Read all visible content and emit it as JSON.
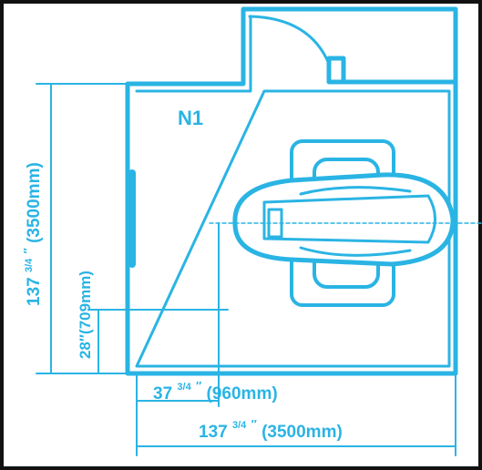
{
  "room": {
    "name": "N1"
  },
  "dimensions": {
    "depth": {
      "whole": "137",
      "fraction": "3/4",
      "inch_mark": "″",
      "metric": "(3500mm)"
    },
    "width": {
      "whole": "137",
      "fraction": "3/4",
      "inch_mark": "″",
      "metric": "(3500mm)"
    },
    "offset_x": {
      "whole": "37",
      "fraction": "3/4",
      "inch_mark": "″",
      "metric": "(960mm)"
    },
    "offset_y": {
      "text": "28″(709mm)"
    }
  },
  "colors": {
    "line": "#2ab4e4",
    "frame": "#111111",
    "background": "#ffffff"
  }
}
